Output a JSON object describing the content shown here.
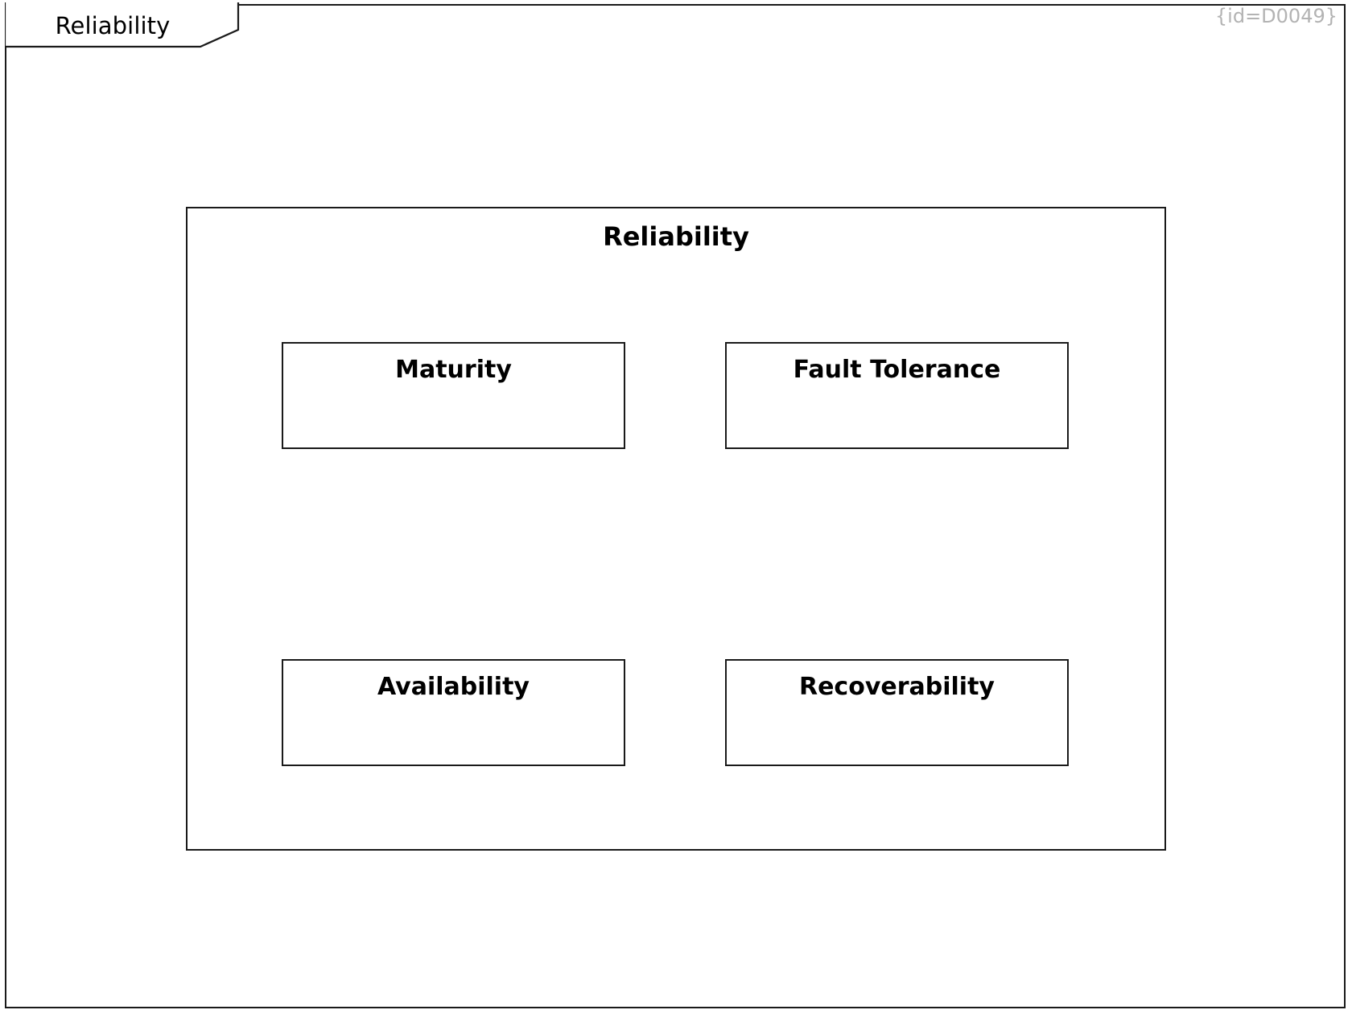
{
  "frame": {
    "tab_label": "Reliability",
    "id_annotation": "{id=D0049}",
    "border_color": "#1a1a1a",
    "background_color": "#ffffff",
    "id_color": "#b3b3b3"
  },
  "container": {
    "title": "Reliability",
    "border_color": "#1a1a1a",
    "background_color": "#ffffff"
  },
  "children": [
    {
      "label": "Maturity"
    },
    {
      "label": "Fault Tolerance"
    },
    {
      "label": "Availability"
    },
    {
      "label": "Recoverability"
    }
  ]
}
